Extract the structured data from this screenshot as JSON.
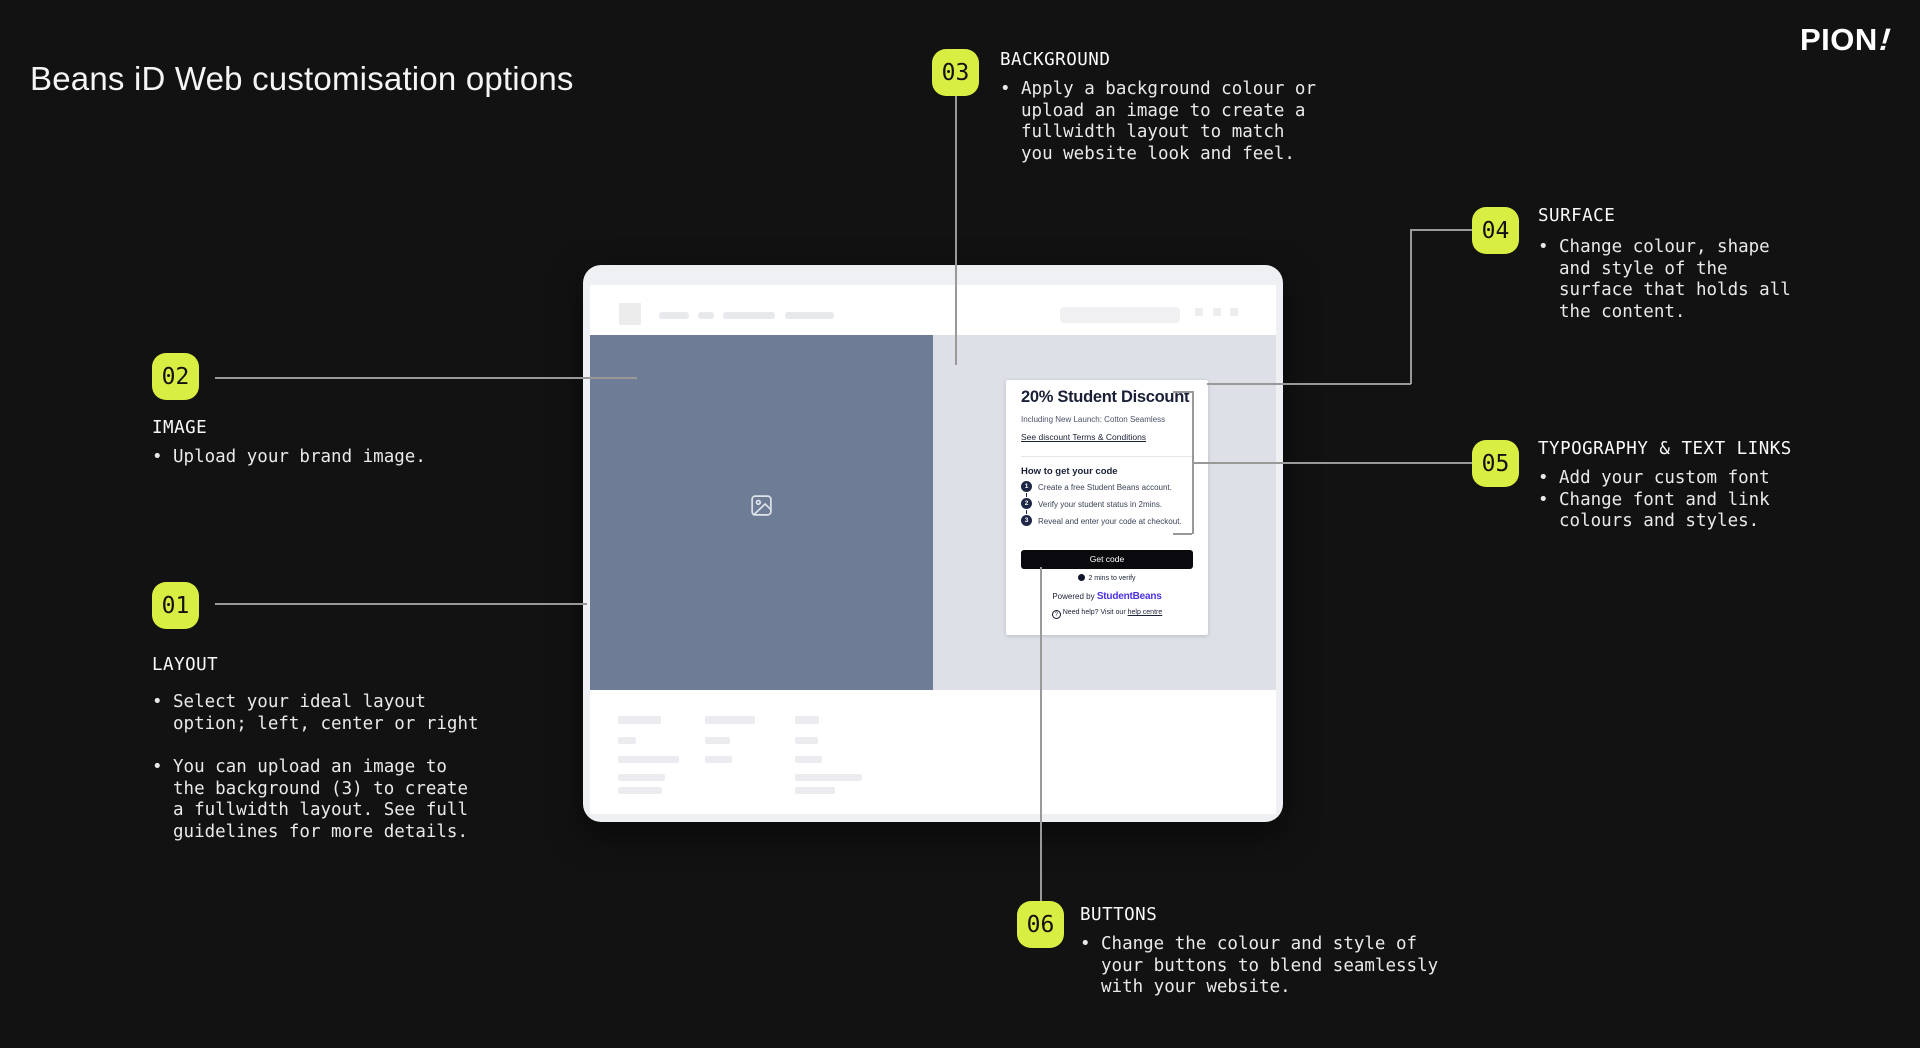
{
  "page": {
    "title": "Beans iD Web customisation options"
  },
  "logo": {
    "text": "PION",
    "mark": "!"
  },
  "colors": {
    "background": "#121212",
    "accent_lime": "#d9ee42",
    "connector_line": "#999999",
    "image_panel_blue": "#6f7c95",
    "page_panel_gray": "#dde1e7",
    "window_surface": "#eef0f4",
    "brand_purple": "#4930e4",
    "card_navy": "#1a2036",
    "button_black": "#0a0a0e"
  },
  "callouts": [
    {
      "number": "01",
      "heading": "LAYOUT",
      "bullets": [
        "Select your ideal layout option; left, center or right",
        "You can upload an image to the background (3) to create a fullwidth layout. See full guidelines for more details."
      ]
    },
    {
      "number": "02",
      "heading": "IMAGE",
      "bullets": [
        "Upload your brand image."
      ]
    },
    {
      "number": "03",
      "heading": "BACKGROUND",
      "bullets": [
        "Apply a background colour or upload an image to create a fullwidth layout to match you website look and feel."
      ]
    },
    {
      "number": "04",
      "heading": "SURFACE",
      "bullets": [
        "Change colour, shape and style of the surface that holds all the content."
      ]
    },
    {
      "number": "05",
      "heading": "TYPOGRAPHY & TEXT LINKS",
      "bullets": [
        "Add your custom font",
        "Change font and link colours and styles."
      ]
    },
    {
      "number": "06",
      "heading": "BUTTONS",
      "bullets": [
        "Change the colour and style of your buttons to blend seamlessly with your website."
      ]
    }
  ],
  "mockup": {
    "icons": {
      "image_placeholder": "image-placeholder-icon",
      "clock": "clock-icon",
      "help": "question-circle-icon"
    },
    "card": {
      "title": "20% Student Discount",
      "subtitle": "Including New Launch: Cotton Seamless",
      "terms_link": "See discount Terms & Conditions",
      "how_to": "How to get your code",
      "steps": [
        {
          "n": "1",
          "text": "Create a free Student Beans account."
        },
        {
          "n": "2",
          "text": "Verify your student status in 2mins."
        },
        {
          "n": "3",
          "text": "Reveal and enter your code at checkout."
        }
      ],
      "button": "Get code",
      "verify_note": "2 mins to verify",
      "powered_prefix": "Powered by ",
      "brand": "StudentBeans",
      "help_prefix": "Need help? Visit our ",
      "help_link": "help centre"
    }
  }
}
